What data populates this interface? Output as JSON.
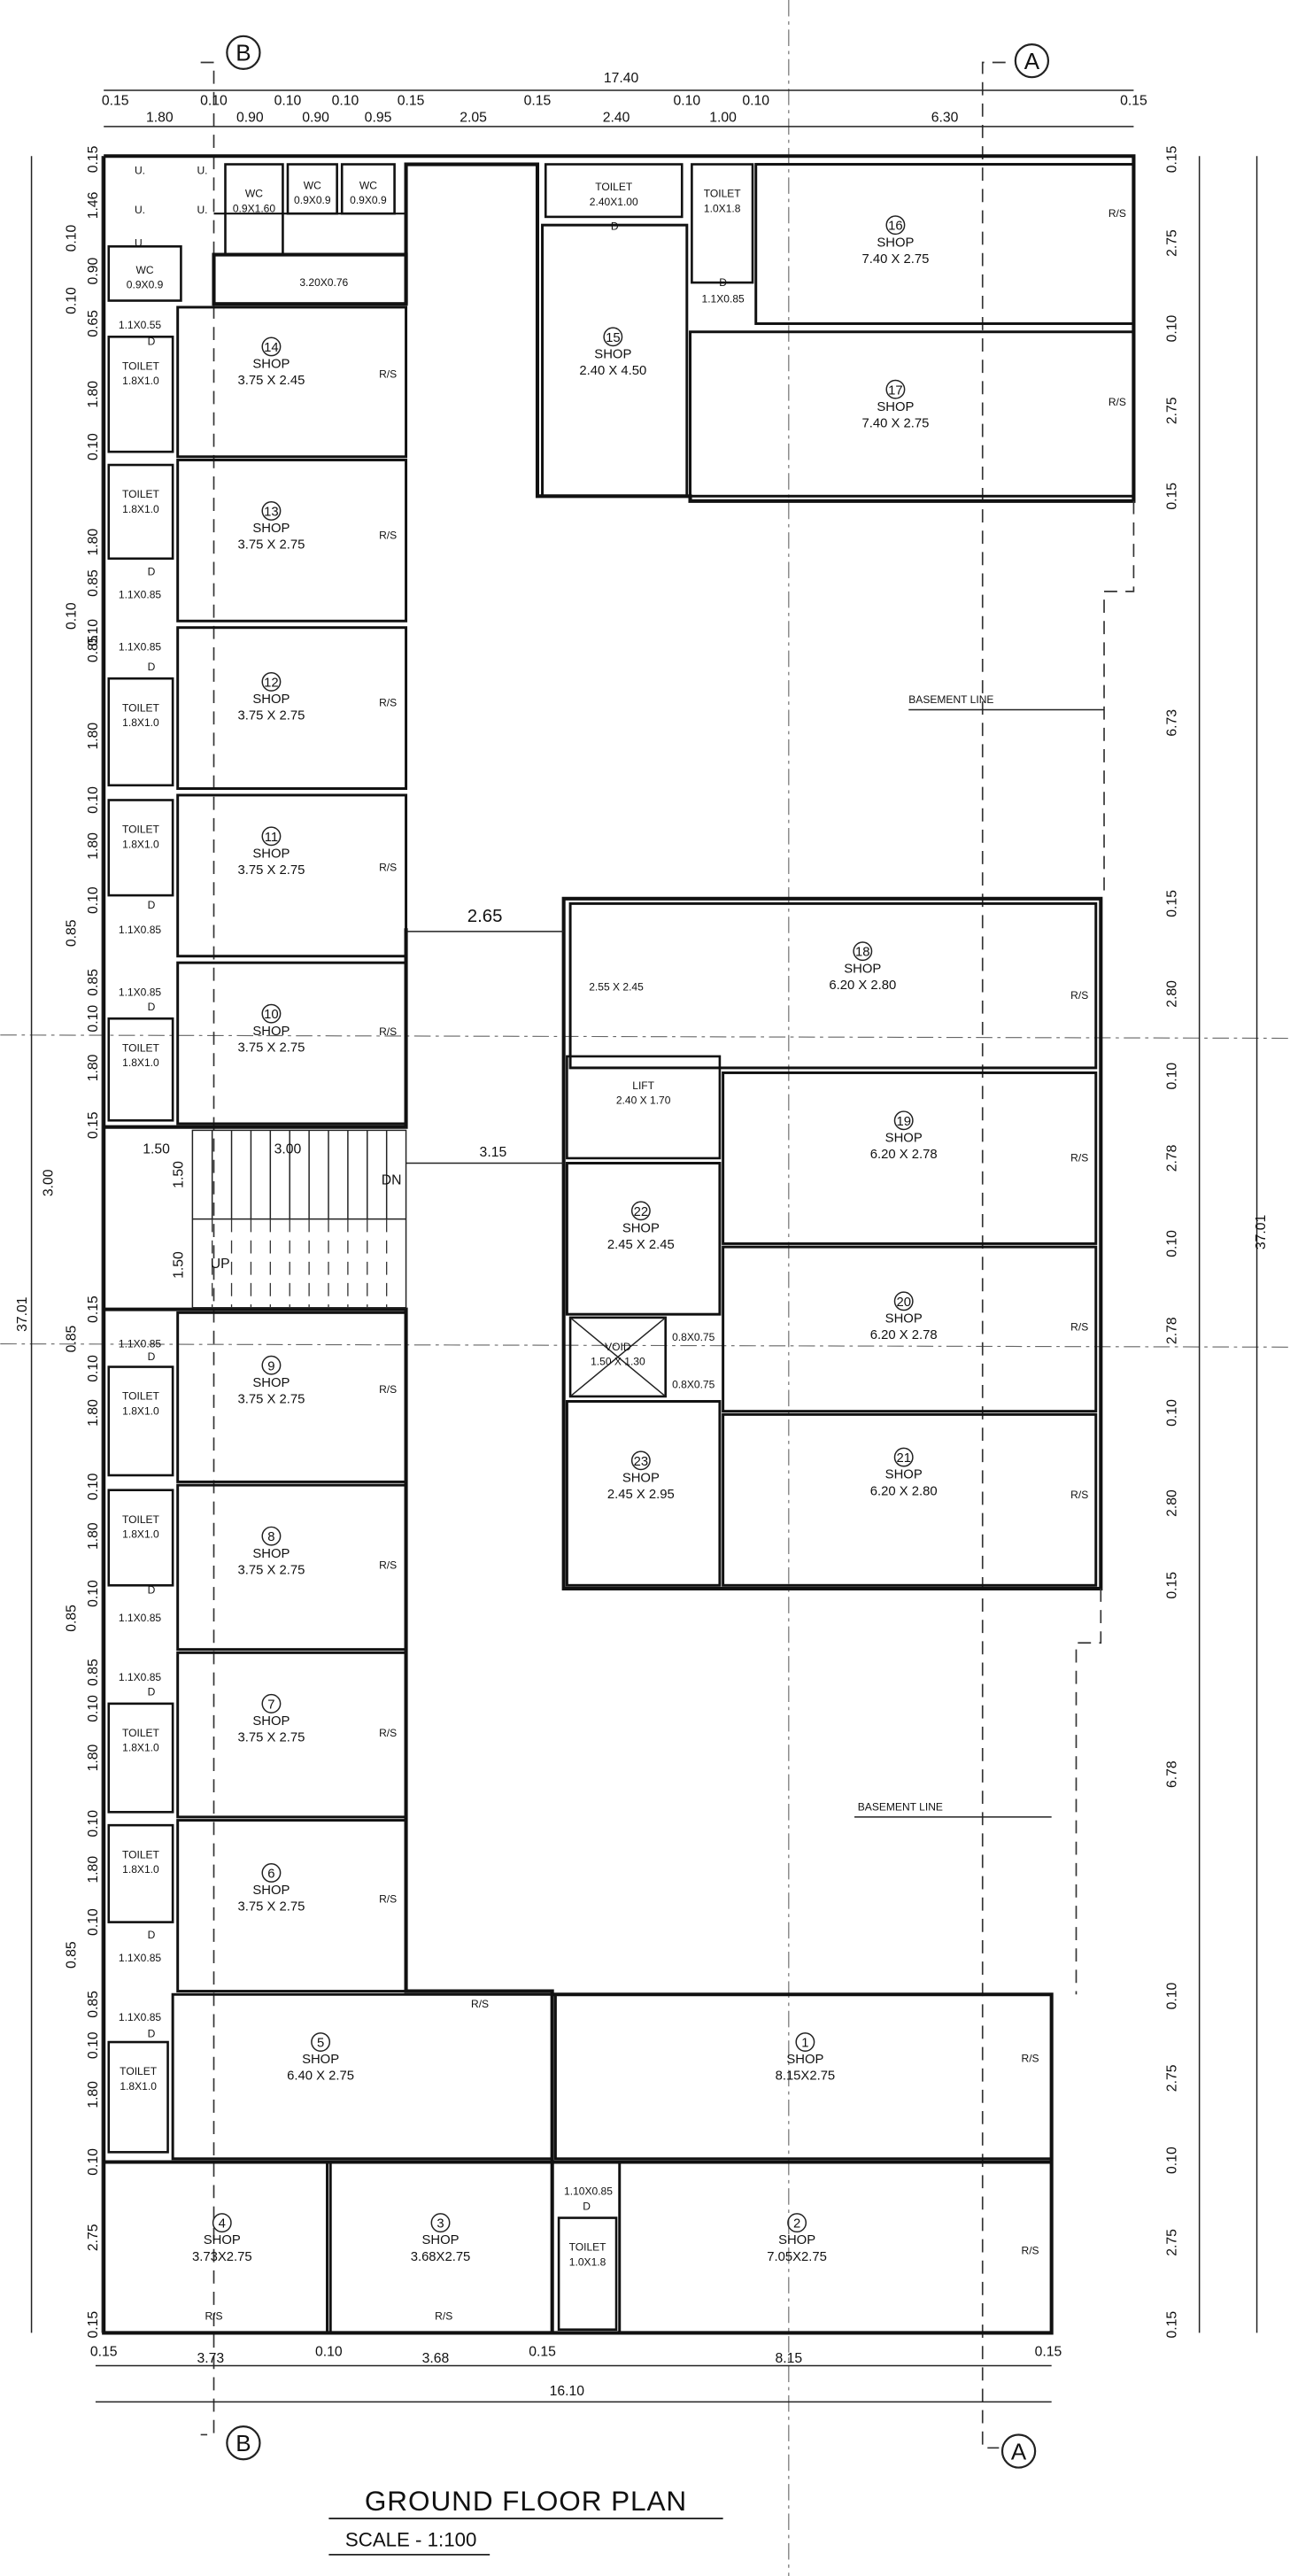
{
  "title": "GROUND FLOOR PLAN",
  "scale": "SCALE - 1:100",
  "grid_labels": {
    "b_top": "B",
    "b_bottom": "B",
    "a_top": "A",
    "a_bottom": "A"
  },
  "shops": [
    {
      "number": "14",
      "name": "SHOP",
      "size": "3.75 X 2.45",
      "rs": "R/S"
    },
    {
      "number": "13",
      "name": "SHOP",
      "size": "3.75 X 2.75",
      "rs": "R/S"
    },
    {
      "number": "12",
      "name": "SHOP",
      "size": "3.75 X 2.75",
      "rs": "R/S"
    },
    {
      "number": "11",
      "name": "SHOP",
      "size": "3.75 X 2.75",
      "rs": "R/S"
    },
    {
      "number": "10",
      "name": "SHOP",
      "size": "3.75 X 2.75",
      "rs": "R/S"
    },
    {
      "number": "9",
      "name": "SHOP",
      "size": "3.75 X 2.75",
      "rs": "R/S"
    },
    {
      "number": "8",
      "name": "SHOP",
      "size": "3.75 X 2.75",
      "rs": "R/S"
    },
    {
      "number": "7",
      "name": "SHOP",
      "size": "3.75 X 2.75",
      "rs": "R/S"
    },
    {
      "number": "6",
      "name": "SHOP",
      "size": "3.75 X 2.75",
      "rs": "R/S"
    },
    {
      "number": "5",
      "name": "SHOP",
      "size": "6.40 X 2.75",
      "rs": "R/S"
    },
    {
      "number": "1",
      "name": "SHOP",
      "size": "8.15X2.75",
      "rs": "R/S"
    },
    {
      "number": "4",
      "name": "SHOP",
      "size": "3.73X2.75",
      "rs": "R/S"
    },
    {
      "number": "3",
      "name": "SHOP",
      "size": "3.68X2.75",
      "rs": "R/S"
    },
    {
      "number": "2",
      "name": "SHOP",
      "size": "7.05X2.75",
      "rs": "R/S"
    },
    {
      "number": "15",
      "name": "SHOP",
      "size": "2.40 X 4.50",
      "rs": ""
    },
    {
      "number": "16",
      "name": "SHOP",
      "size": "7.40 X 2.75",
      "rs": "R/S"
    },
    {
      "number": "17",
      "name": "SHOP",
      "size": "7.40 X 2.75",
      "rs": "R/S"
    },
    {
      "number": "18",
      "name": "SHOP",
      "size": "6.20 X 2.80",
      "rs": "R/S"
    },
    {
      "number": "19",
      "name": "SHOP",
      "size": "6.20 X 2.78",
      "rs": "R/S"
    },
    {
      "number": "20",
      "name": "SHOP",
      "size": "6.20 X 2.78",
      "rs": "R/S"
    },
    {
      "number": "21",
      "name": "SHOP",
      "size": "6.20 X 2.80",
      "rs": "R/S"
    },
    {
      "number": "22",
      "name": "SHOP",
      "size": "2.45 X 2.45",
      "rs": ""
    },
    {
      "number": "23",
      "name": "SHOP",
      "size": "2.45 X 2.95",
      "rs": ""
    }
  ],
  "rooms": [
    {
      "name": "TOILET",
      "size": "1.8X1.0"
    },
    {
      "name": "TOILET",
      "size": "1.8X1.0"
    },
    {
      "name": "TOILET",
      "size": "1.8X1.0"
    },
    {
      "name": "TOILET",
      "size": "1.8X1.0"
    },
    {
      "name": "TOILET",
      "size": "1.8X1.0"
    },
    {
      "name": "TOILET",
      "size": "1.8X1.0"
    },
    {
      "name": "TOILET",
      "size": "1.8X1.0"
    },
    {
      "name": "TOILET",
      "size": "1.8X1.0"
    },
    {
      "name": "TOILET",
      "size": "1.8X1.0"
    },
    {
      "name": "TOILET",
      "size": "1.8X1.0"
    },
    {
      "name": "TOILET",
      "size": "2.40X1.00"
    },
    {
      "name": "TOILET",
      "size": "1.0X1.8"
    },
    {
      "name": "TOILET",
      "size": "1.0X1.8"
    },
    {
      "name": "LIFT",
      "size": "2.40 X 1.70"
    },
    {
      "name": "VOID",
      "size": "1.50 X 1.30"
    },
    {
      "name": "WC",
      "size": "0.9X1.60"
    },
    {
      "name": "WC",
      "size": "0.9X0.9"
    },
    {
      "name": "WC",
      "size": "0.9X0.9"
    },
    {
      "name": "WC",
      "size": "0.9X0.9"
    }
  ],
  "small_labels": [
    "1.1X0.55",
    "1.1X0.85",
    "1.1X0.85",
    "1.1X0.85",
    "1.1X0.85",
    "1.1X0.85",
    "1.1X0.85",
    "1.1X0.85",
    "1.1X0.85",
    "1.1X0.85",
    "1.1X0.85",
    "1.10X0.85",
    "0.8X0.75",
    "0.8X0.75",
    "3.20X0.76",
    "2.55 X 2.45",
    "U.",
    "U.",
    "U.",
    "U.",
    "U.",
    "D",
    "D",
    "D",
    "D",
    "D",
    "D",
    "D",
    "D",
    "D",
    "D",
    "D",
    "D",
    "D"
  ],
  "annotations": {
    "basement_line_1": "BASEMENT LINE",
    "basement_line_2": "BASEMENT LINE",
    "corridor_width": "2.65",
    "lobby_width": "3.15",
    "stair_landing": "1.50",
    "stair_run": "3.00",
    "stair_flight_1": "1.50",
    "stair_flight_2": "1.50",
    "stair_height": "3.00",
    "dn": "DN",
    "up": "UP"
  },
  "dimensions": {
    "top_total": "17.40",
    "top_row": [
      "0.15",
      "1.80",
      "0.10",
      "0.90",
      "0.10",
      "0.90",
      "0.10",
      "0.95",
      "0.15",
      "2.05",
      "0.15",
      "2.40",
      "0.10",
      "1.00",
      "0.10",
      "6.30",
      "0.15"
    ],
    "bottom_row": [
      "0.15",
      "3.73",
      "0.10",
      "3.68",
      "0.15",
      "8.15",
      "0.15"
    ],
    "bottom_total": "16.10",
    "left_total": "37.01",
    "right_total": "37.01",
    "left_col": [
      "0.15",
      "1.46",
      "0.10",
      "0.90",
      "0.10",
      "0.65",
      "1.80",
      "0.10",
      "1.80",
      "0.85",
      "0.10",
      "0.10",
      "0.85",
      "1.80",
      "0.10",
      "1.80",
      "0.10",
      "0.85",
      "0.85",
      "0.10",
      "1.80",
      "0.15",
      "0.15",
      "0.85",
      "0.10",
      "1.80",
      "0.10",
      "1.80",
      "0.10",
      "0.85",
      "0.85",
      "0.10",
      "1.80",
      "0.10",
      "1.80",
      "0.10",
      "0.85",
      "0.85",
      "0.10",
      "1.80",
      "0.10",
      "2.75",
      "0.15"
    ],
    "right_col": [
      "0.15",
      "2.75",
      "0.10",
      "2.75",
      "0.15",
      "6.73",
      "0.15",
      "2.80",
      "0.10",
      "2.78",
      "0.10",
      "2.78",
      "0.10",
      "2.80",
      "0.15",
      "6.78",
      "0.10",
      "2.75",
      "0.10",
      "2.75",
      "0.15"
    ]
  }
}
